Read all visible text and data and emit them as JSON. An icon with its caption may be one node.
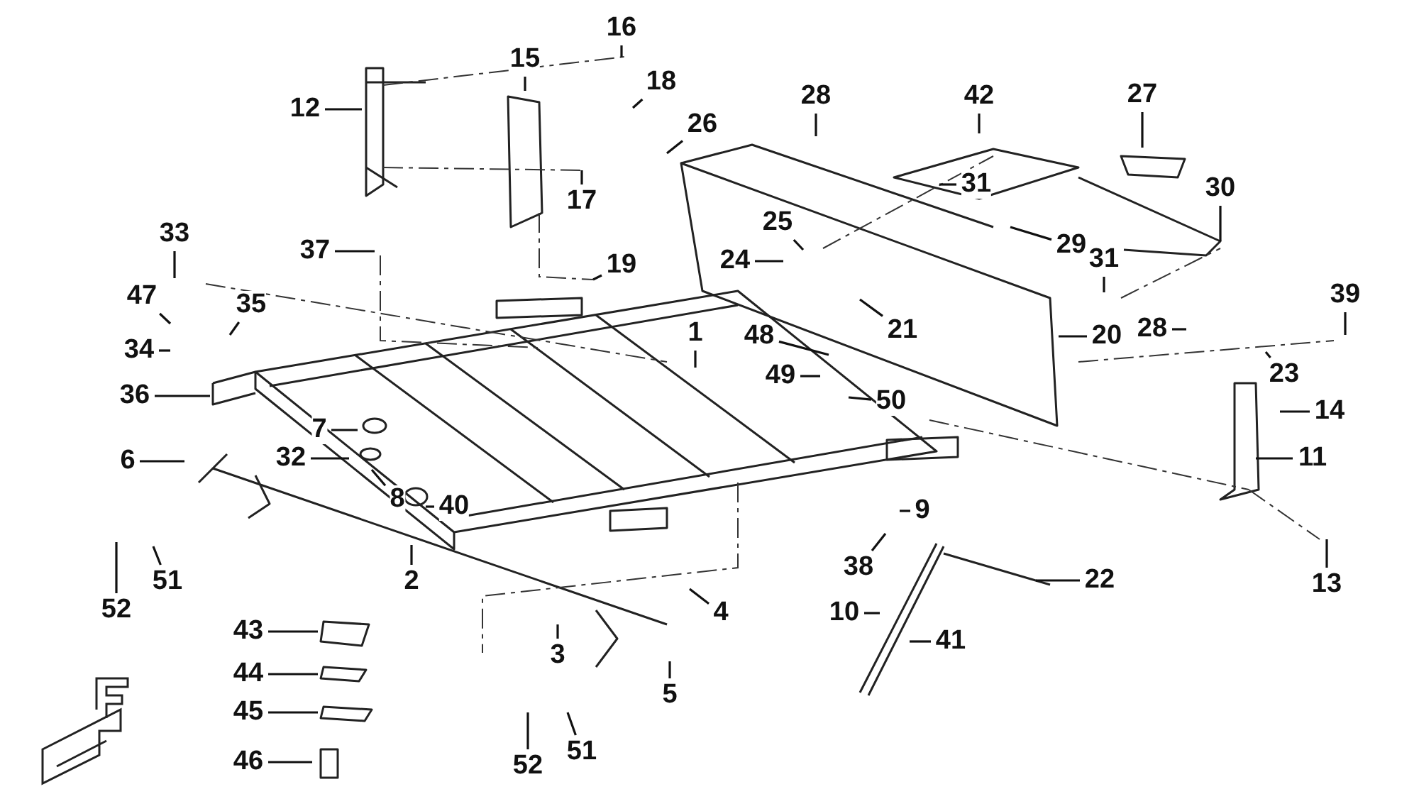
{
  "diagram": {
    "nodes": [
      {
        "text": [
          "16"
        ]
      },
      {
        "text": [
          "15"
        ]
      },
      {
        "text": [
          "18"
        ]
      },
      {
        "text": [
          "28"
        ]
      },
      {
        "text": [
          "42"
        ]
      },
      {
        "text": [
          "27"
        ]
      },
      {
        "text": [
          "12"
        ]
      },
      {
        "text": [
          "26"
        ]
      },
      {
        "text": [
          "31"
        ]
      },
      {
        "text": [
          "30"
        ]
      },
      {
        "text": [
          "17"
        ]
      },
      {
        "text": [
          "25"
        ]
      },
      {
        "text": [
          "29"
        ]
      },
      {
        "text": [
          "33"
        ]
      },
      {
        "text": [
          "37"
        ]
      },
      {
        "text": [
          "24"
        ]
      },
      {
        "text": [
          "19"
        ]
      },
      {
        "text": [
          "31"
        ]
      },
      {
        "text": [
          "39"
        ]
      },
      {
        "text": [
          "47"
        ]
      },
      {
        "text": [
          "28"
        ]
      },
      {
        "text": [
          "35"
        ]
      },
      {
        "text": [
          "21"
        ]
      },
      {
        "text": [
          "1"
        ]
      },
      {
        "text": [
          "48"
        ]
      },
      {
        "text": [
          "20"
        ]
      },
      {
        "text": [
          "34"
        ]
      },
      {
        "text": [
          "49"
        ]
      },
      {
        "text": [
          "23"
        ]
      },
      {
        "text": [
          "36"
        ]
      },
      {
        "text": [
          "50"
        ]
      },
      {
        "text": [
          "14"
        ]
      },
      {
        "text": [
          "7"
        ]
      },
      {
        "text": [
          "6"
        ]
      },
      {
        "text": [
          "32"
        ]
      },
      {
        "text": [
          "11"
        ]
      },
      {
        "text": [
          "8"
        ]
      },
      {
        "text": [
          "40"
        ]
      },
      {
        "text": [
          "9"
        ]
      },
      {
        "text": [
          "38"
        ]
      },
      {
        "text": [
          "22"
        ]
      },
      {
        "text": [
          "2"
        ]
      },
      {
        "text": [
          "13"
        ]
      },
      {
        "text": [
          "51"
        ]
      },
      {
        "text": [
          "52"
        ]
      },
      {
        "text": [
          "4"
        ]
      },
      {
        "text": [
          "10"
        ]
      },
      {
        "text": [
          "43"
        ]
      },
      {
        "text": [
          "41"
        ]
      },
      {
        "text": [
          "3"
        ]
      },
      {
        "text": [
          "44"
        ]
      },
      {
        "text": [
          "5"
        ]
      },
      {
        "text": [
          "45"
        ]
      },
      {
        "text": [
          "51"
        ]
      },
      {
        "text": [
          "52"
        ]
      },
      {
        "text": [
          "46"
        ]
      }
    ],
    "edges": [
      {
        "from": 0,
        "to": null,
        "arrow": "none"
      },
      {
        "from": 1,
        "to": null,
        "arrow": "none"
      },
      {
        "from": 2,
        "to": null,
        "arrow": "none"
      },
      {
        "from": 3,
        "to": null,
        "arrow": "none"
      },
      {
        "from": 4,
        "to": null,
        "arrow": "none"
      },
      {
        "from": 5,
        "to": null,
        "arrow": "none"
      },
      {
        "from": 6,
        "to": null,
        "arrow": "none"
      },
      {
        "from": 7,
        "to": null,
        "arrow": "none"
      },
      {
        "from": 8,
        "to": null,
        "arrow": "none"
      },
      {
        "from": 9,
        "to": null,
        "arrow": "none"
      },
      {
        "from": 10,
        "to": null,
        "arrow": "none"
      },
      {
        "from": 11,
        "to": null,
        "arrow": "none"
      },
      {
        "from": 12,
        "to": null,
        "arrow": "none"
      },
      {
        "from": 13,
        "to": null,
        "arrow": "none"
      },
      {
        "from": 14,
        "to": null,
        "arrow": "none"
      },
      {
        "from": 15,
        "to": null,
        "arrow": "none"
      },
      {
        "from": 16,
        "to": null,
        "arrow": "none"
      },
      {
        "from": 17,
        "to": null,
        "arrow": "none"
      },
      {
        "from": 18,
        "to": null,
        "arrow": "none"
      },
      {
        "from": 19,
        "to": null,
        "arrow": "none"
      },
      {
        "from": 20,
        "to": null,
        "arrow": "none"
      },
      {
        "from": 21,
        "to": null,
        "arrow": "none"
      },
      {
        "from": 22,
        "to": null,
        "arrow": "none"
      },
      {
        "from": 23,
        "to": null,
        "arrow": "none"
      },
      {
        "from": 24,
        "to": null,
        "arrow": "none"
      },
      {
        "from": 25,
        "to": null,
        "arrow": "none"
      },
      {
        "from": 26,
        "to": null,
        "arrow": "none"
      },
      {
        "from": 27,
        "to": null,
        "arrow": "none"
      },
      {
        "from": 28,
        "to": null,
        "arrow": "none"
      },
      {
        "from": 29,
        "to": null,
        "arrow": "none"
      },
      {
        "from": 30,
        "to": null,
        "arrow": "none"
      },
      {
        "from": 31,
        "to": null,
        "arrow": "none"
      },
      {
        "from": 32,
        "to": null,
        "arrow": "none"
      },
      {
        "from": 33,
        "to": null,
        "arrow": "none"
      },
      {
        "from": 34,
        "to": null,
        "arrow": "none"
      },
      {
        "from": 35,
        "to": null,
        "arrow": "none"
      },
      {
        "from": 36,
        "to": null,
        "arrow": "none"
      },
      {
        "from": 37,
        "to": null,
        "arrow": "none"
      },
      {
        "from": 38,
        "to": null,
        "arrow": "none"
      },
      {
        "from": 39,
        "to": null,
        "arrow": "none"
      },
      {
        "from": 40,
        "to": null,
        "arrow": "none"
      },
      {
        "from": 41,
        "to": null,
        "arrow": "none"
      },
      {
        "from": 42,
        "to": null,
        "arrow": "none"
      },
      {
        "from": 43,
        "to": null,
        "arrow": "none"
      },
      {
        "from": 44,
        "to": null,
        "arrow": "none"
      },
      {
        "from": 45,
        "to": null,
        "arrow": "none"
      },
      {
        "from": 46,
        "to": null,
        "arrow": "none"
      },
      {
        "from": 47,
        "to": null,
        "arrow": "none"
      },
      {
        "from": 48,
        "to": null,
        "arrow": "none"
      },
      {
        "from": 49,
        "to": null,
        "arrow": "none"
      },
      {
        "from": 50,
        "to": null,
        "arrow": "none"
      },
      {
        "from": 51,
        "to": null,
        "arrow": "none"
      },
      {
        "from": 52,
        "to": null,
        "arrow": "none"
      },
      {
        "from": 53,
        "to": null,
        "arrow": "none"
      },
      {
        "from": 54,
        "to": null,
        "arrow": "none"
      },
      {
        "from": 55,
        "to": null,
        "arrow": "none"
      }
    ]
  }
}
